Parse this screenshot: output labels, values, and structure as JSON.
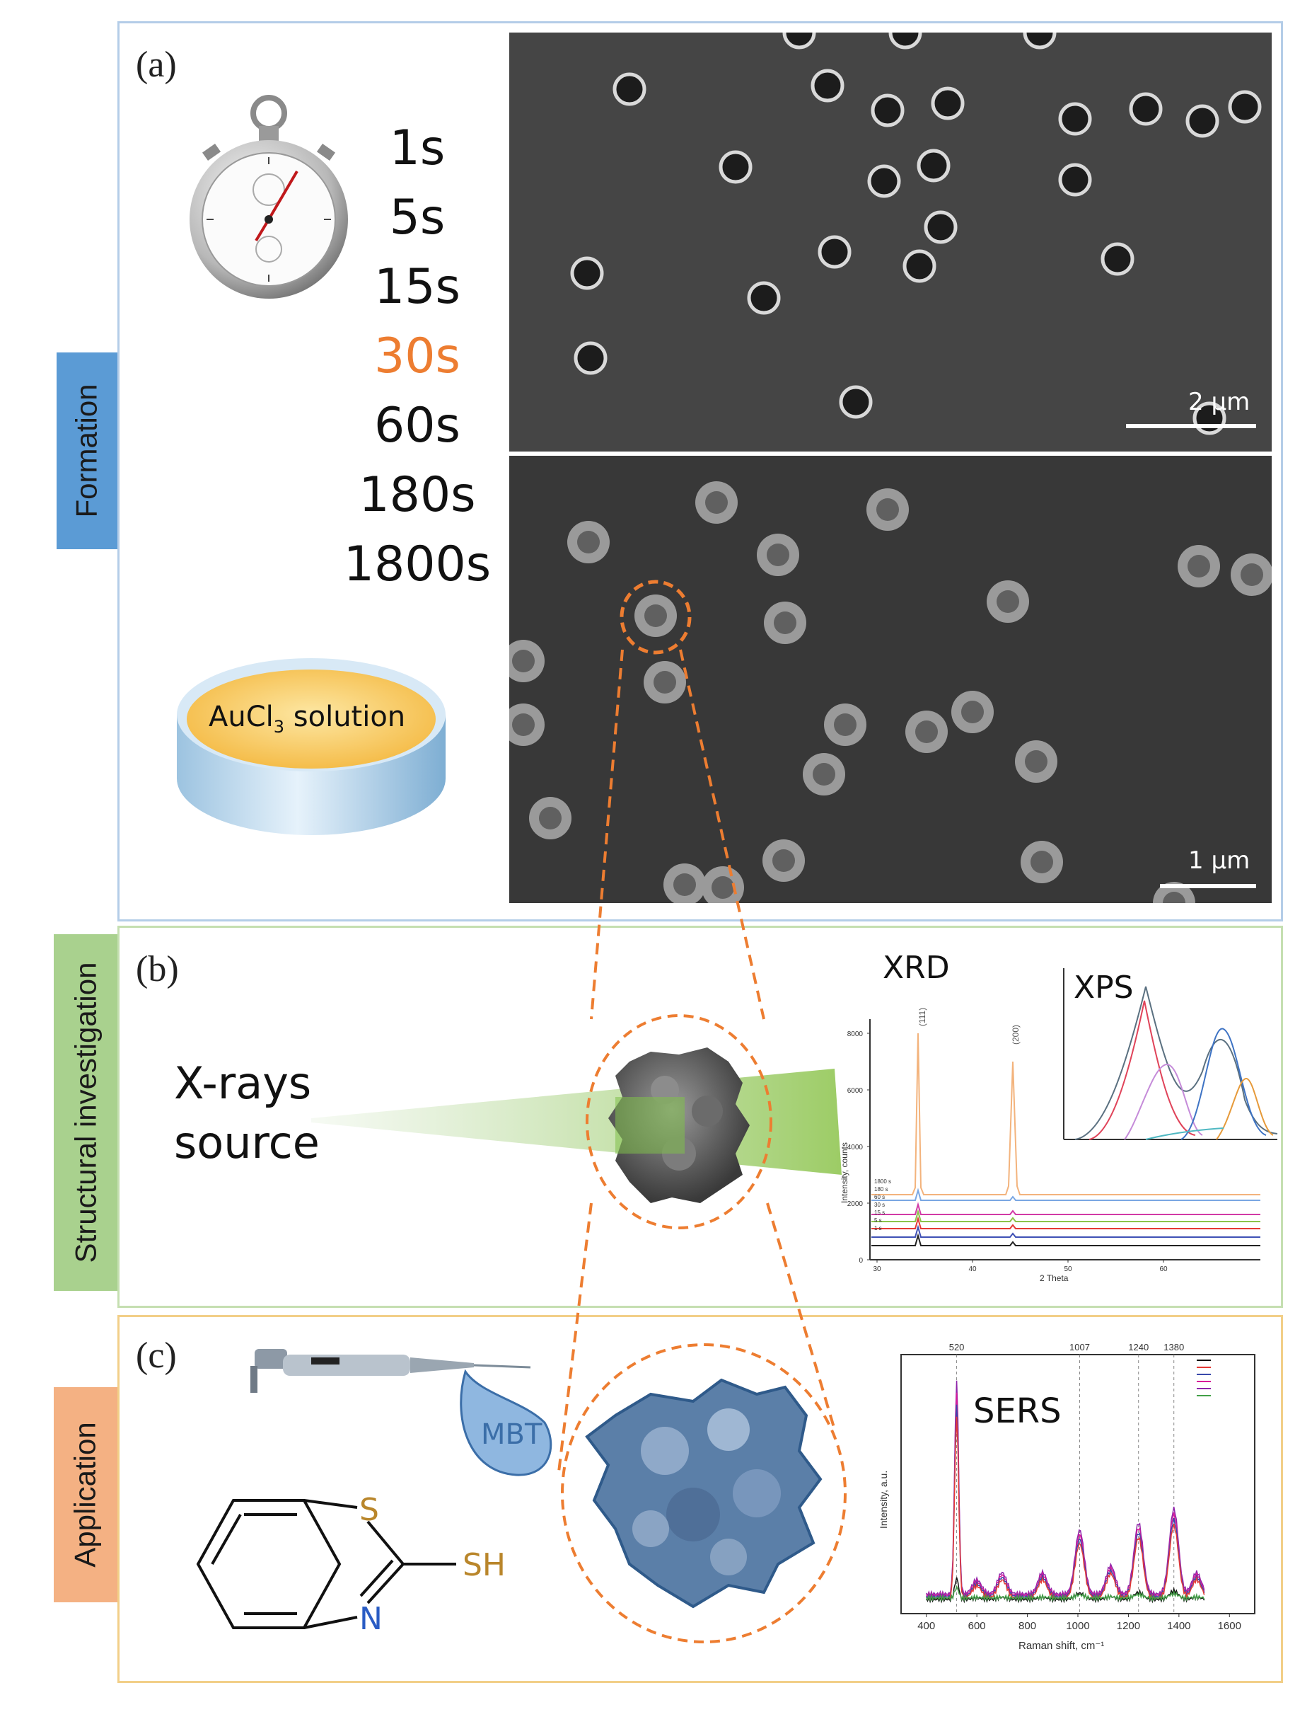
{
  "panels": {
    "a": {
      "label": "(a)",
      "side_tab": "Formation",
      "times": [
        "1s",
        "5s",
        "15s",
        "30s",
        "60s",
        "180s",
        "1800s"
      ],
      "highlighted_time": "30s",
      "solution_label_main": "AuCl",
      "solution_label_sub": "3",
      "solution_label_rest": " solution",
      "sem_top_scale": "2 µm",
      "sem_bottom_scale": "1 µm"
    },
    "b": {
      "label": "(b)",
      "side_tab": "Structural investigation",
      "xray_line1": "X-rays",
      "xray_line2": "source",
      "xrd_title": "XRD",
      "xps_title": "XPS",
      "xrd_ylabel": "Intensity, counts",
      "xrd_xlabel": "2 Theta",
      "xrd_peak1": "(111)",
      "xrd_peak2": "(200)",
      "xrd_legend": [
        "1800 s",
        "180 s",
        "60 s",
        "30 s",
        "15 s",
        "5 s",
        "1 s"
      ],
      "xrd_yticks": [
        "0",
        "2000",
        "4000",
        "6000",
        "8000"
      ],
      "xrd_xticks": [
        "30",
        "40",
        "50",
        "60"
      ]
    },
    "c": {
      "label": "(c)",
      "side_tab": "Application",
      "drop_label": "MBT",
      "atom_s": "S",
      "atom_n": "N",
      "atom_sh": "SH",
      "sers_title": "SERS",
      "sers_ylabel": "Intensity, a.u.",
      "sers_xlabel": "Raman shift, cm⁻¹",
      "sers_xticks": [
        "400",
        "600",
        "800",
        "1000",
        "1200",
        "1400",
        "1600"
      ],
      "sers_peaks": [
        "520",
        "1007",
        "1240",
        "1380"
      ]
    }
  },
  "colors": {
    "formation_tab": "#5b9bd5",
    "structural_tab": "#a9d18e",
    "application_tab": "#f4b183",
    "highlight": "#ed7d31",
    "sem_bg": "#3c3c3c"
  }
}
